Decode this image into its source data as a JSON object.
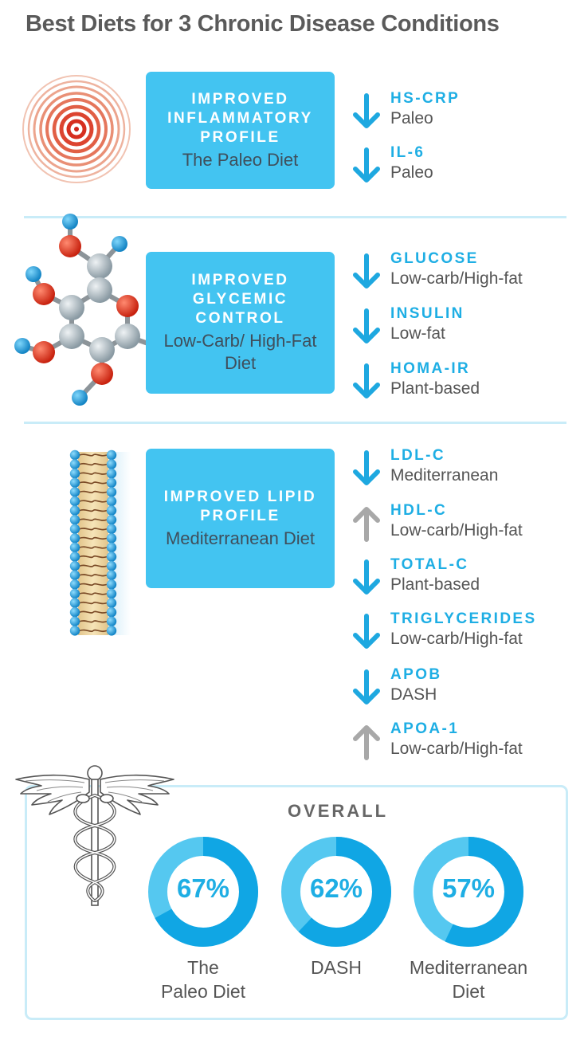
{
  "title": "Best Diets for 3 Chronic Disease Conditions",
  "colors": {
    "accent": "#43c4f1",
    "marker": "#1eaee4",
    "arrow_down": "#1ea8e0",
    "arrow_up": "#a8a8a8",
    "divider": "#c9ecf8"
  },
  "sections": [
    {
      "heading": "IMPROVED INFLAMMATORY PROFILE",
      "diet": "The Paleo Diet",
      "illustration": "concentric-rings-icon",
      "markers": [
        {
          "name": "HS-CRP",
          "diet": "Paleo",
          "direction": "down"
        },
        {
          "name": "IL-6",
          "diet": "Paleo",
          "direction": "down"
        }
      ]
    },
    {
      "heading": "IMPROVED GLYCEMIC CONTROL",
      "diet": "Low-Carb/ High-Fat Diet",
      "illustration": "glucose-molecule-icon",
      "markers": [
        {
          "name": "GLUCOSE",
          "diet": "Low-carb/High-fat",
          "direction": "down"
        },
        {
          "name": "INSULIN",
          "diet": "Low-fat",
          "direction": "down"
        },
        {
          "name": "HOMA-IR",
          "diet": "Plant-based",
          "direction": "down"
        }
      ]
    },
    {
      "heading": "IMPROVED LIPID PROFILE",
      "diet": "Mediterranean Diet",
      "illustration": "lipid-bilayer-icon",
      "markers": [
        {
          "name": "LDL-C",
          "diet": "Mediterranean",
          "direction": "down"
        },
        {
          "name": "HDL-C",
          "diet": "Low-carb/High-fat",
          "direction": "up"
        },
        {
          "name": "TOTAL-C",
          "diet": "Plant-based",
          "direction": "down"
        },
        {
          "name": "TRIGLYCERIDES",
          "diet": "Low-carb/High-fat",
          "direction": "down"
        },
        {
          "name": "APOB",
          "diet": "DASH",
          "direction": "down"
        },
        {
          "name": "APOA-1",
          "diet": "Low-carb/High-fat",
          "direction": "up"
        }
      ]
    }
  ],
  "overall": {
    "title": "OVERALL",
    "illustration": "caduceus-icon",
    "items": [
      {
        "percent": "67%",
        "value": 0.67,
        "label_line1": "The",
        "label_line2": "Paleo Diet"
      },
      {
        "percent": "62%",
        "value": 0.62,
        "label_line1": "DASH",
        "label_line2": ""
      },
      {
        "percent": "57%",
        "value": 0.57,
        "label_line1": "Mediterranean",
        "label_line2": "Diet"
      }
    ]
  }
}
